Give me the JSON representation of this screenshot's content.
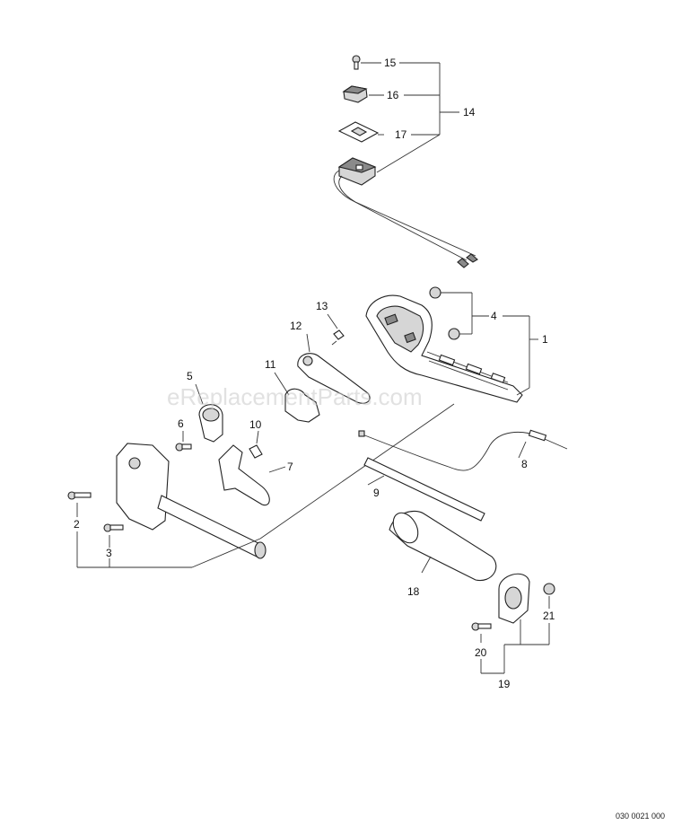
{
  "watermark": "eReplacementParts.com",
  "diagram_code": "030 0021 000",
  "callouts": {
    "c1": "1",
    "c2": "2",
    "c3": "3",
    "c4": "4",
    "c5": "5",
    "c6": "6",
    "c7": "7",
    "c8": "8",
    "c9": "9",
    "c10": "10",
    "c11": "11",
    "c12": "12",
    "c13": "13",
    "c14": "14",
    "c15": "15",
    "c16": "16",
    "c17": "17",
    "c18": "18",
    "c19": "19",
    "c20": "20",
    "c21": "21"
  }
}
